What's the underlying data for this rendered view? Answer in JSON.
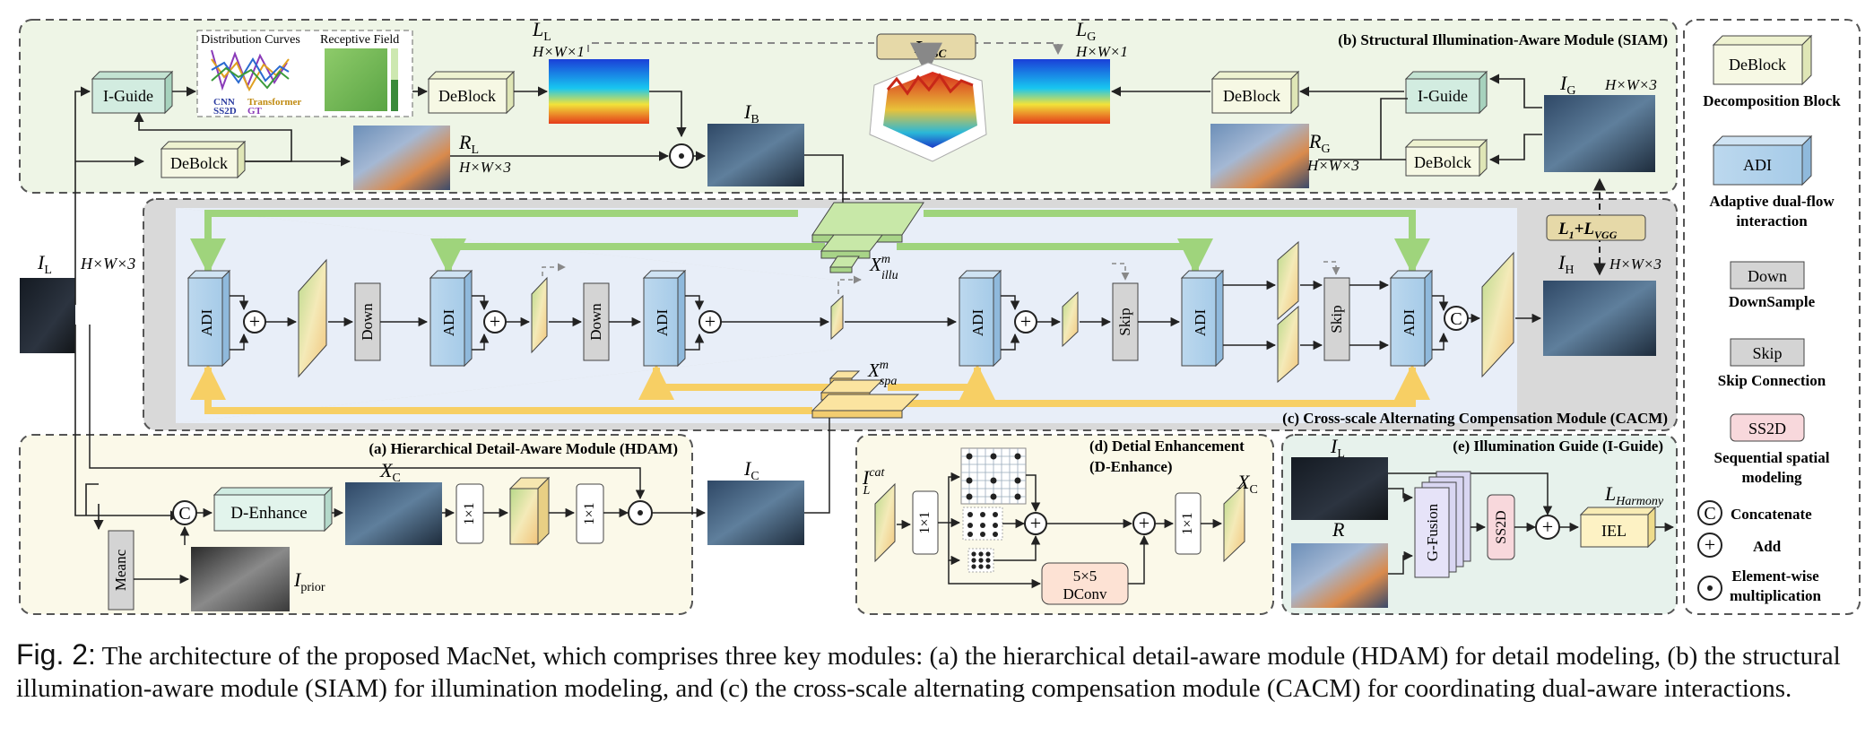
{
  "modules": {
    "siam": "(b) Structural Illumination-Aware Module (SIAM)",
    "cacm": "(c) Cross-scale Alternating Compensation Module (CACM)",
    "hdam": "(a) Hierarchical Detail-Aware Module (HDAM)",
    "denh_1": "(d) Detial Enhancement",
    "denh_2": "(D-Enhance)",
    "iguide": "(e) Illumination Guide (I-Guide)"
  },
  "blocks": {
    "iguide": "I-Guide",
    "deblock": "DeBlock",
    "debolck": "DeBolck",
    "adi": "ADI",
    "down": "Down",
    "skip": "Skip",
    "denhance": "D-Enhance",
    "meanc": "Meanc",
    "conv1x1": "1×1",
    "conv5x5": "5×5",
    "dconv": "DConv",
    "gfusion": "G-Fusion",
    "ss2d": "SS2D",
    "iel": "IEL"
  },
  "inset": {
    "curves": "Distribution Curves",
    "field": "Receptive Field",
    "cnn": "CNN",
    "ss2d": "SS2D",
    "transformer": "Transformer",
    "gt": "GT"
  },
  "symbols": {
    "il": "I",
    "il_sub": "L",
    "ll": "L",
    "ll_sub": "L",
    "lg": "L",
    "lg_sub": "G",
    "rl": "R",
    "rl_sub": "L",
    "rg": "R",
    "rg_sub": "G",
    "ib": "I",
    "ib_sub": "B",
    "ig": "I",
    "ig_sub": "G",
    "ih": "I",
    "ih_sub": "H",
    "ic": "I",
    "ic_sub": "C",
    "xc": "X",
    "xc_sub": "C",
    "iprior": "I",
    "iprior_sub": "prior",
    "x_illu": "X",
    "x_illu_sup": "m",
    "x_illu_sub": "illu",
    "x_spa": "X",
    "x_spa_sup": "m",
    "x_spa_sub": "spa",
    "ilcat": "I",
    "ilcat_sup": "cat",
    "ilcat_sub": "L",
    "r": "R",
    "lharm": "L",
    "lharm_sub": "Harmony",
    "lssc": "L",
    "lssc_sub": "SSC",
    "l1vgg": "L",
    "l1vgg_sub1": "1",
    "l1vgg_plus": "+L",
    "l1vgg_sub2": "VGG",
    "dim_hw3": "H×W×3",
    "dim_hw1": "H×W×1"
  },
  "legend": {
    "deblock_label": "Decomposition Block",
    "adi_label_1": "Adaptive dual-flow",
    "adi_label_2": "interaction",
    "down_label": "DownSample",
    "skip_label": "Skip Connection",
    "ss2d_label_1": "Sequential spatial",
    "ss2d_label_2": "modeling",
    "concat": "Concatenate",
    "add": "Add",
    "mult_1": "Element-wise",
    "mult_2": "multiplication"
  },
  "caption": {
    "label": "Fig. 2:",
    "text": "The architecture of the proposed MacNet, which comprises three key modules: (a) the hierarchical detail-aware module (HDAM) for detail modeling, (b) the structural illumination-aware module (SIAM) for illumination modeling, and (c) the cross-scale alternating compensation module (CACM) for coordinating dual-aware interactions."
  }
}
